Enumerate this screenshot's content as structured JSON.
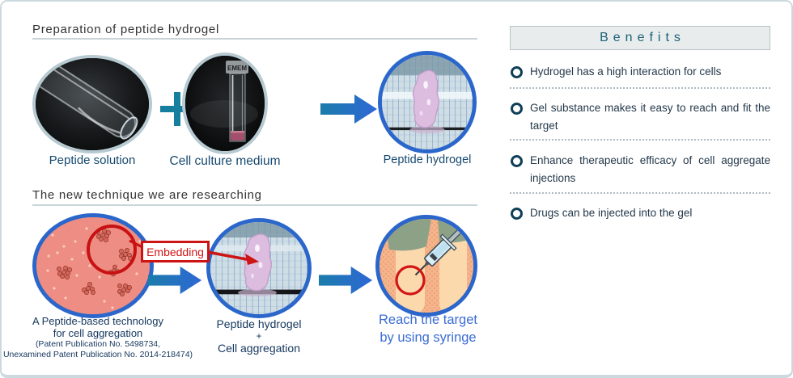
{
  "preparation": {
    "heading": "Preparation of peptide hydrogel",
    "step1_label": "Peptide solution",
    "step2_label": "Cell culture medium",
    "step3_label": "Peptide hydrogel",
    "vial_cap_text": "EMEM"
  },
  "technique": {
    "heading": "The new technique we are researching",
    "embedding_label": "Embedding",
    "step1": {
      "line1": "A Peptide-based technology",
      "line2": "for cell aggregation",
      "note1": "(Patent Publication No. 5498734,",
      "note2": "Unexamined Patent Publication No. 2014-218474)"
    },
    "step2": {
      "line1": "Peptide hydrogel",
      "line2": "+",
      "line3": "Cell aggregation"
    },
    "step3": {
      "line1": "Reach the target",
      "line2": "by using syringe"
    }
  },
  "benefits": {
    "title": "Benefits",
    "items": [
      "Hydrogel has a high interaction for cells",
      "Gel substance makes it easy to reach and fit the target",
      "Enhance therapeutic efficacy of cell aggregate injections",
      "Drugs can be injected into the gel"
    ]
  },
  "colors": {
    "blue_ring": "#2b66cb",
    "gray_ring": "#b7cad2",
    "teal_plus": "#177f9e",
    "arrow_gradient_start": "#1b7cab",
    "arrow_gradient_end": "#2e68d6",
    "red_annotation": "#cc1414",
    "benefits_title": "#1b6076",
    "label_navy": "#16496f",
    "bright_blue_label": "#3a6cd4",
    "page_border": "#ccd9de"
  }
}
